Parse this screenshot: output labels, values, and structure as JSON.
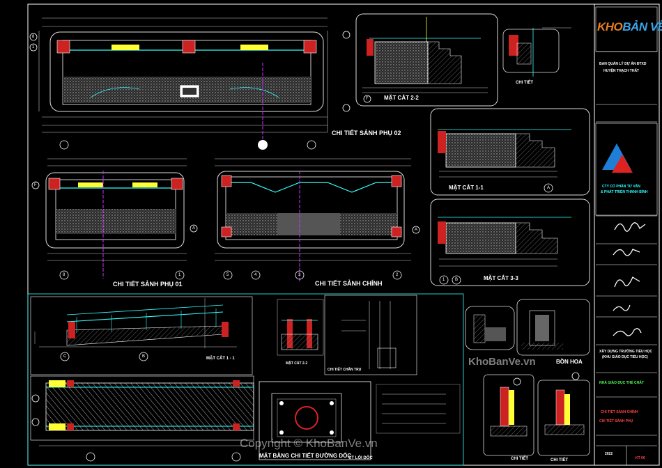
{
  "logo": {
    "part1": "KHO",
    "part2": "BẢN VẼ"
  },
  "title_block": {
    "client_line1": "BAN QUẢN LÝ DỰ ÁN ĐTXD",
    "client_line2": "HUYỆN THẠCH THẤT",
    "company_line1": "CTY CỔ PHẦN TƯ VẤN",
    "company_line2": "& PHÁT TRIỂN THANH BÌNH",
    "project_line1": "XÂY DỰNG TRƯỜNG TIỂU HỌC",
    "project_line2": "(KHU GIÁO DỤC TIỂU HỌC)",
    "category": "NHÀ GIÁO DỤC THỂ CHẤT",
    "drawing_title_1": "CHI TIẾT SẢNH CHÍNH",
    "drawing_title_2": "CHI TIẾT SẢNH PHỤ",
    "year": "2022",
    "sheet_no": "KT 06"
  },
  "drawing_titles": {
    "sanh_phu_02": "CHI TIẾT SẢNH PHỤ 02",
    "sanh_phu_01": "CHI TIẾT SẢNH PHỤ 01",
    "sanh_chinh": "CHI TIẾT SẢNH CHÍNH",
    "mat_cat_22": "MẶT CẮT 2-2",
    "mat_cat_11": "MẶT CẮT 1-1",
    "mat_cat_33": "MẶT CẮT 3-3",
    "mat_cat_11_ramp": "MẶT CẮT 1 - 1",
    "mat_cat_22_small": "MẶT CẮT 2-2",
    "chi_tiet_chan_tru": "CHI TIẾT CHÂN TRỤ",
    "chi_tiet": "CHI TIẾT",
    "bon_hoa": "BỒN HOA",
    "mat_bang_duong_doc": "MẶT BẰNG CHI TIẾT ĐƯỜNG DỐC",
    "ct_loi_doc": "CT LỐI DỐC",
    "chi_tiet_bottom_1": "CHI TIẾT",
    "chi_tiet_bottom_2": "CHI TIẾT"
  },
  "grid_labels": {
    "top_left": [
      "8",
      "1"
    ],
    "bottom_22": "F",
    "right_11": "A",
    "plan_01_left": "F",
    "plan_01_right": "A",
    "plan_01_bottom": [
      "8",
      "1"
    ],
    "plan_main_right": "A",
    "plan_main_bottom": [
      "5",
      "4",
      "3",
      "2"
    ],
    "cut_33_bottom": [
      "1",
      "B"
    ],
    "ramp_bottom": [
      "C",
      "B"
    ]
  },
  "watermark": {
    "middle": "KhoBanVe.vn",
    "bottom": "Copyright © KhoBanVe.vn"
  },
  "colors": {
    "background": "#000000",
    "frame": "#ffffff",
    "dimension": "#cccccc",
    "section_hatch": "#9a9a9a",
    "wall_red": "#dd2222",
    "steel_cyan": "#33ffff",
    "grid_magenta": "#cc33ff",
    "title_block_red": "#ff3333",
    "title_block_green": "#33ff33",
    "logo_blue": "#1f7fd6"
  }
}
